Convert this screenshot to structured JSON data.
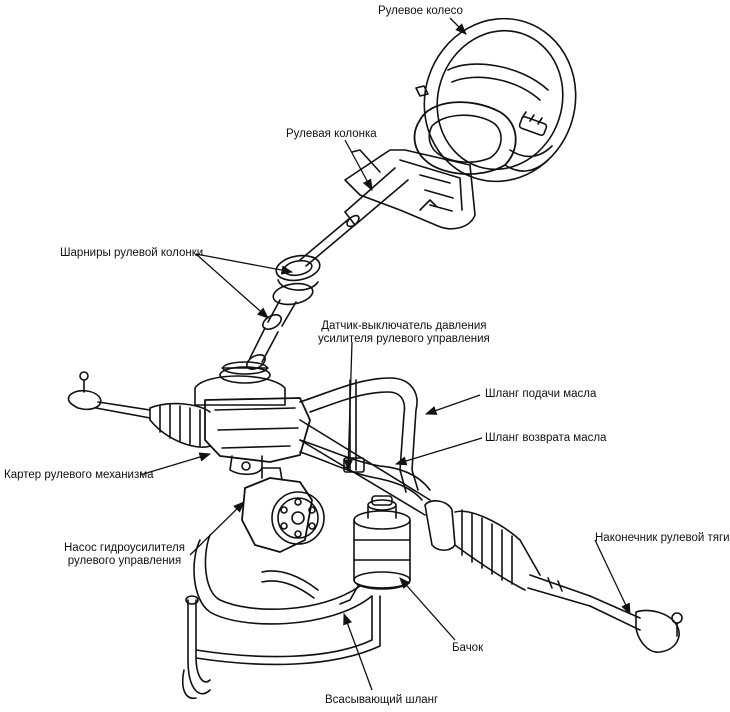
{
  "diagram": {
    "labels": {
      "steering_wheel": "Рулевое колесо",
      "steering_column": "Рулевая колонка",
      "column_joints": "Шарниры рулевой колонки",
      "pressure_switch_line1": "Датчик-выключатель давления",
      "pressure_switch_line2": "усилителя рулевого управления",
      "oil_feed_hose": "Шланг подачи масла",
      "oil_return_hose": "Шланг возврата масла",
      "gear_housing": "Картер рулевого механизма",
      "pump_line1": "Насос гидроусилителя",
      "pump_line2": "рулевого управления",
      "tie_rod_end": "Наконечник рулевой тяги",
      "reservoir": "Бачок",
      "suction_hose": "Всасывающий шланг"
    },
    "colors": {
      "ink": "#111111",
      "paper": "#ffffff"
    }
  }
}
